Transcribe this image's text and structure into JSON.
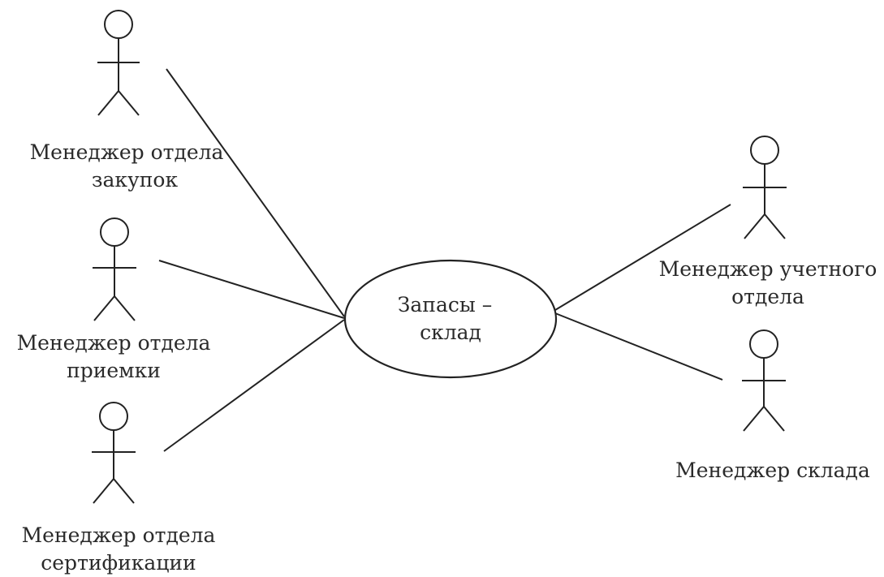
{
  "diagram": {
    "use_case": {
      "label_line1": "Запасы –",
      "label_line2": "склад"
    },
    "actors": [
      {
        "line1": "Менеджер отдела",
        "line2": "закупок"
      },
      {
        "line1": "Менеджер отдела",
        "line2": "приемки"
      },
      {
        "line1": "Менеджер отдела",
        "line2": "сертификации"
      },
      {
        "line1": "Менеджер учетного",
        "line2": "отдела"
      },
      {
        "line1": "Менеджер склада",
        "line2": ""
      }
    ]
  }
}
